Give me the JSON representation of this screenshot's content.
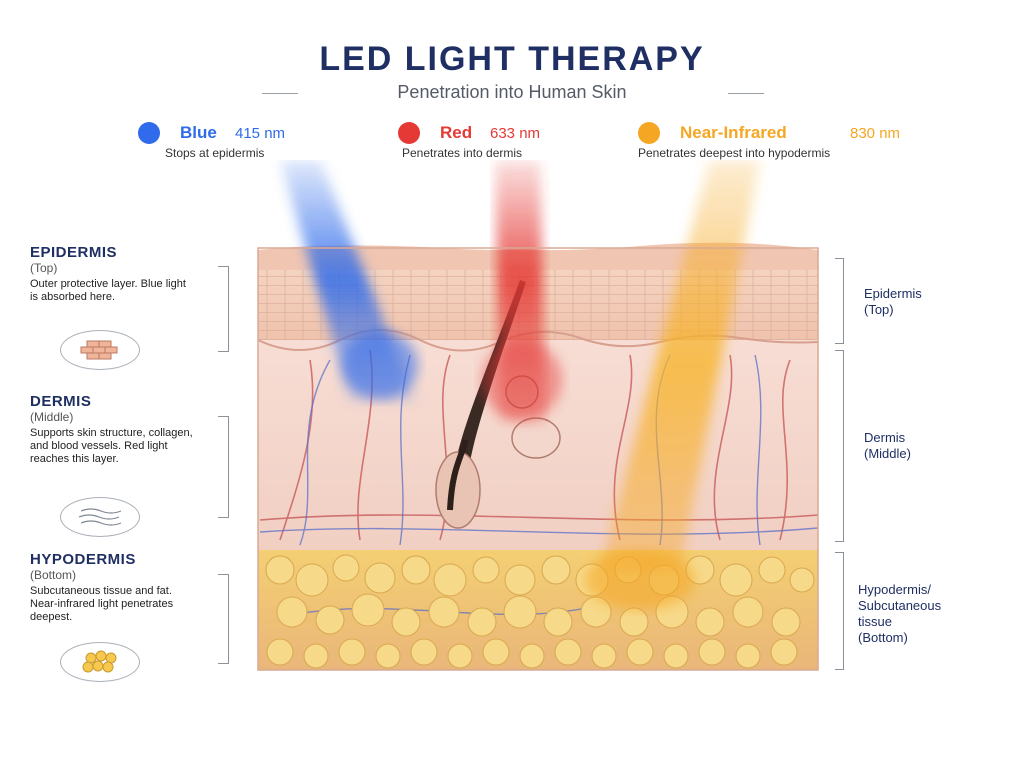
{
  "title": "LED LIGHT THERAPY",
  "subtitle": "Penetration into Human Skin",
  "colors": {
    "blue": "#2f6bea",
    "red": "#e53935",
    "nir": "#f5a623",
    "navy": "#1f2f63"
  },
  "lights": [
    {
      "name": "Blue",
      "wavelength": "415 nm",
      "desc": "Stops at epidermis"
    },
    {
      "name": "Red",
      "wavelength": "633 nm",
      "desc": "Penetrates into dermis"
    },
    {
      "name": "Near-Infrared",
      "wavelength": "830 nm",
      "desc": "Penetrates deepest into hypodermis"
    }
  ],
  "layers_left": [
    {
      "heading": "EPIDERMIS",
      "sub": "(Top)",
      "desc": "Outer protective layer. Blue light is absorbed here.",
      "icon": "brick-icon"
    },
    {
      "heading": "DERMIS",
      "sub": "(Middle)",
      "desc": "Supports skin structure, collagen, and blood vessels. Red light reaches this layer.",
      "icon": "fiber-icon"
    },
    {
      "heading": "HYPODERMIS",
      "sub": "(Bottom)",
      "desc": "Subcutaneous tissue and fat. Near-infrared light penetrates deepest.",
      "icon": "fat-cells-icon"
    }
  ],
  "layers_right": [
    {
      "line1": "Epidermis",
      "line2": "(Top)"
    },
    {
      "line1": "Dermis",
      "line2": "(Middle)"
    },
    {
      "line1": "Hypodermis/",
      "line2": "Subcutaneous",
      "line3": "tissue",
      "line4": "(Bottom)"
    }
  ]
}
